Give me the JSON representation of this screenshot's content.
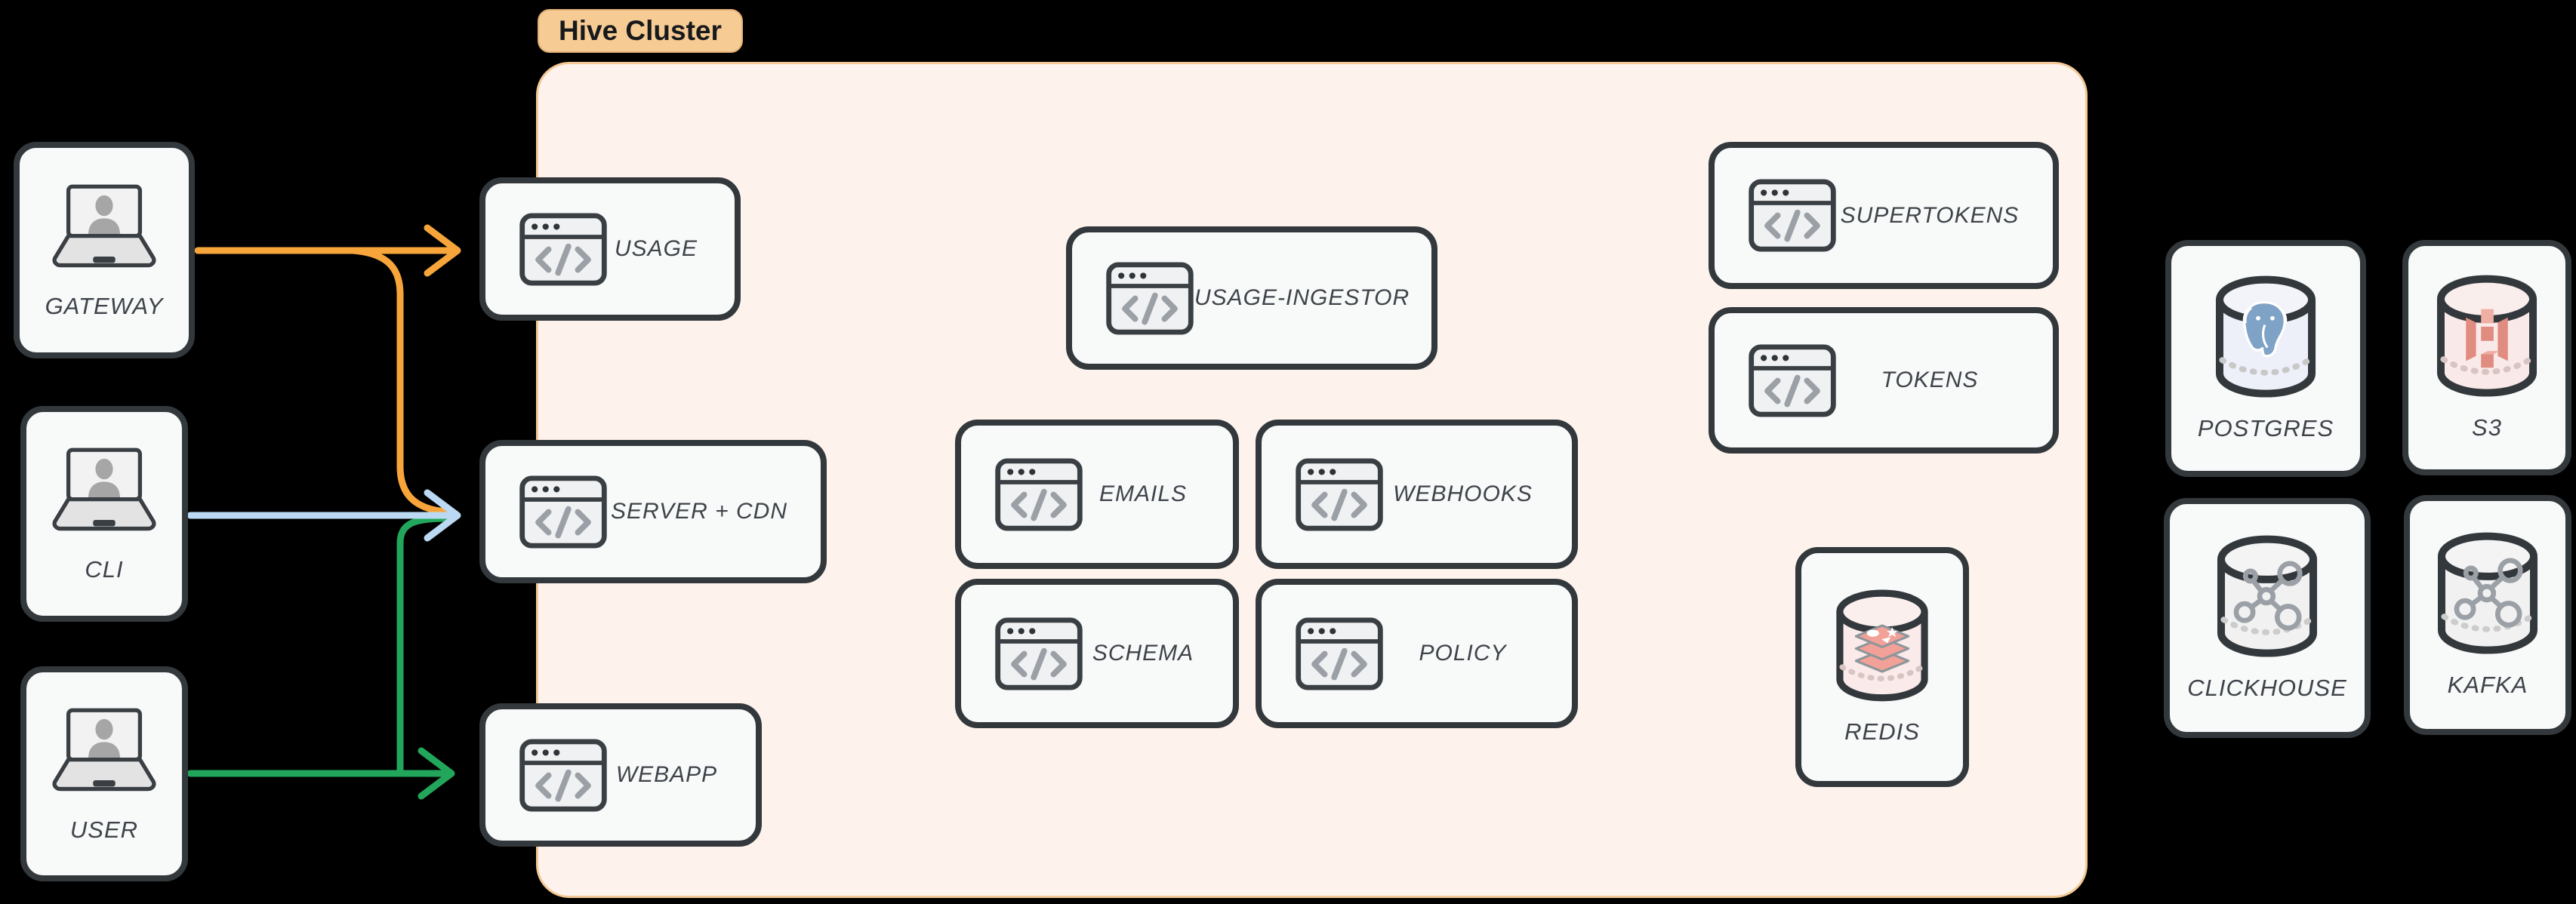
{
  "cluster": {
    "label": "Hive Cluster"
  },
  "nodes": {
    "gateway": "GATEWAY",
    "cli": "CLI",
    "user": "USER",
    "usage": "USAGE",
    "server_cdn": "SERVER + CDN",
    "webapp": "WEBAPP",
    "usage_ingestor": "USAGE-INGESTOR",
    "emails": "EMAILS",
    "webhooks": "WEBHOOKS",
    "schema": "SCHEMA",
    "policy": "POLICY",
    "supertokens": "SUPERTOKENS",
    "tokens": "TOKENS",
    "redis": "REDIS",
    "postgres": "POSTGRES",
    "s3": "S3",
    "clickhouse": "CLICKHOUSE",
    "kafka": "KAFKA"
  },
  "edges": [
    {
      "from": "GATEWAY",
      "to": "USAGE",
      "color": "#F7A53B"
    },
    {
      "from": "GATEWAY",
      "to": "SERVER + CDN",
      "color": "#F7A53B"
    },
    {
      "from": "CLI",
      "to": "SERVER + CDN",
      "color": "#BBD9F2"
    },
    {
      "from": "USER",
      "to": "SERVER + CDN",
      "color": "#22A65B"
    },
    {
      "from": "USER",
      "to": "WEBAPP",
      "color": "#22A65B"
    }
  ],
  "colors": {
    "background": "#000000",
    "cluster_fill": "#FDF3EC",
    "cluster_border": "#F4C896",
    "badge_fill": "#F6CB94",
    "node_fill": "#F8F9F9",
    "node_border": "#32383C",
    "label_color": "#3E444A",
    "arrow_gateway": "#F7A53B",
    "arrow_cli": "#BBD9F2",
    "arrow_user": "#22A65B"
  }
}
